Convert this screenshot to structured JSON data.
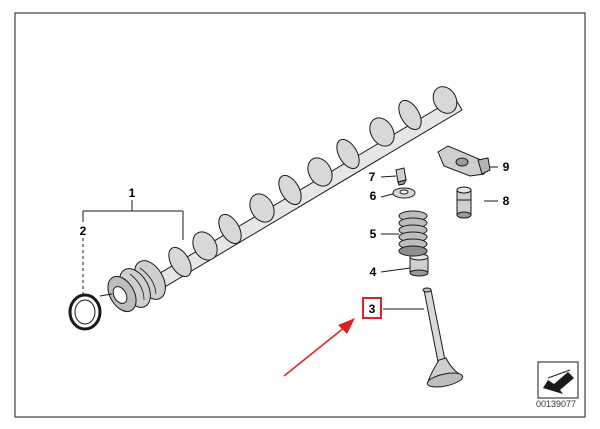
{
  "diagram": {
    "callouts": [
      {
        "id": "1",
        "label": "1"
      },
      {
        "id": "2",
        "label": "2"
      },
      {
        "id": "3",
        "label": "3"
      },
      {
        "id": "4",
        "label": "4"
      },
      {
        "id": "5",
        "label": "5"
      },
      {
        "id": "6",
        "label": "6"
      },
      {
        "id": "7",
        "label": "7"
      },
      {
        "id": "8",
        "label": "8"
      },
      {
        "id": "9",
        "label": "9"
      }
    ],
    "highlighted_callout": "3",
    "colors": {
      "line": "#1a1a1a",
      "part_fill": "#e6e6e6",
      "part_shade": "#9a9a9a",
      "arrow": "#e02020",
      "highlight_box": "#e02020"
    },
    "diagram_number": "00139077"
  }
}
